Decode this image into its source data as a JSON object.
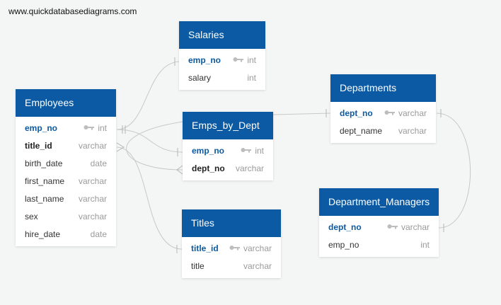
{
  "watermark": "www.quickdatabasediagrams.com",
  "icons": {
    "key": "key-icon"
  },
  "colors": {
    "header": "#0b5aa3",
    "pk": "#0b5aa3",
    "line": "#c8c8c8",
    "background": "#f4f5f5"
  },
  "tables": {
    "salaries": {
      "title": "Salaries",
      "fields": [
        {
          "name": "emp_no",
          "type": "int",
          "pk": true
        },
        {
          "name": "salary",
          "type": "int",
          "pk": false
        }
      ]
    },
    "employees": {
      "title": "Employees",
      "fields": [
        {
          "name": "emp_no",
          "type": "int",
          "pk": true
        },
        {
          "name": "title_id",
          "type": "varchar",
          "pk": false,
          "fk": true
        },
        {
          "name": "birth_date",
          "type": "date",
          "pk": false
        },
        {
          "name": "first_name",
          "type": "varchar",
          "pk": false
        },
        {
          "name": "last_name",
          "type": "varchar",
          "pk": false
        },
        {
          "name": "sex",
          "type": "varchar",
          "pk": false
        },
        {
          "name": "hire_date",
          "type": "date",
          "pk": false
        }
      ]
    },
    "departments": {
      "title": "Departments",
      "fields": [
        {
          "name": "dept_no",
          "type": "varchar",
          "pk": true
        },
        {
          "name": "dept_name",
          "type": "varchar",
          "pk": false
        }
      ]
    },
    "emps_by_dept": {
      "title": "Emps_by_Dept",
      "fields": [
        {
          "name": "emp_no",
          "type": "int",
          "pk": true
        },
        {
          "name": "dept_no",
          "type": "varchar",
          "pk": false,
          "fk": true
        }
      ]
    },
    "titles": {
      "title": "Titles",
      "fields": [
        {
          "name": "title_id",
          "type": "varchar",
          "pk": true
        },
        {
          "name": "title",
          "type": "varchar",
          "pk": false
        }
      ]
    },
    "department_managers": {
      "title": "Department_Managers",
      "fields": [
        {
          "name": "dept_no",
          "type": "varchar",
          "pk": true
        },
        {
          "name": "emp_no",
          "type": "int",
          "pk": false
        }
      ]
    }
  }
}
